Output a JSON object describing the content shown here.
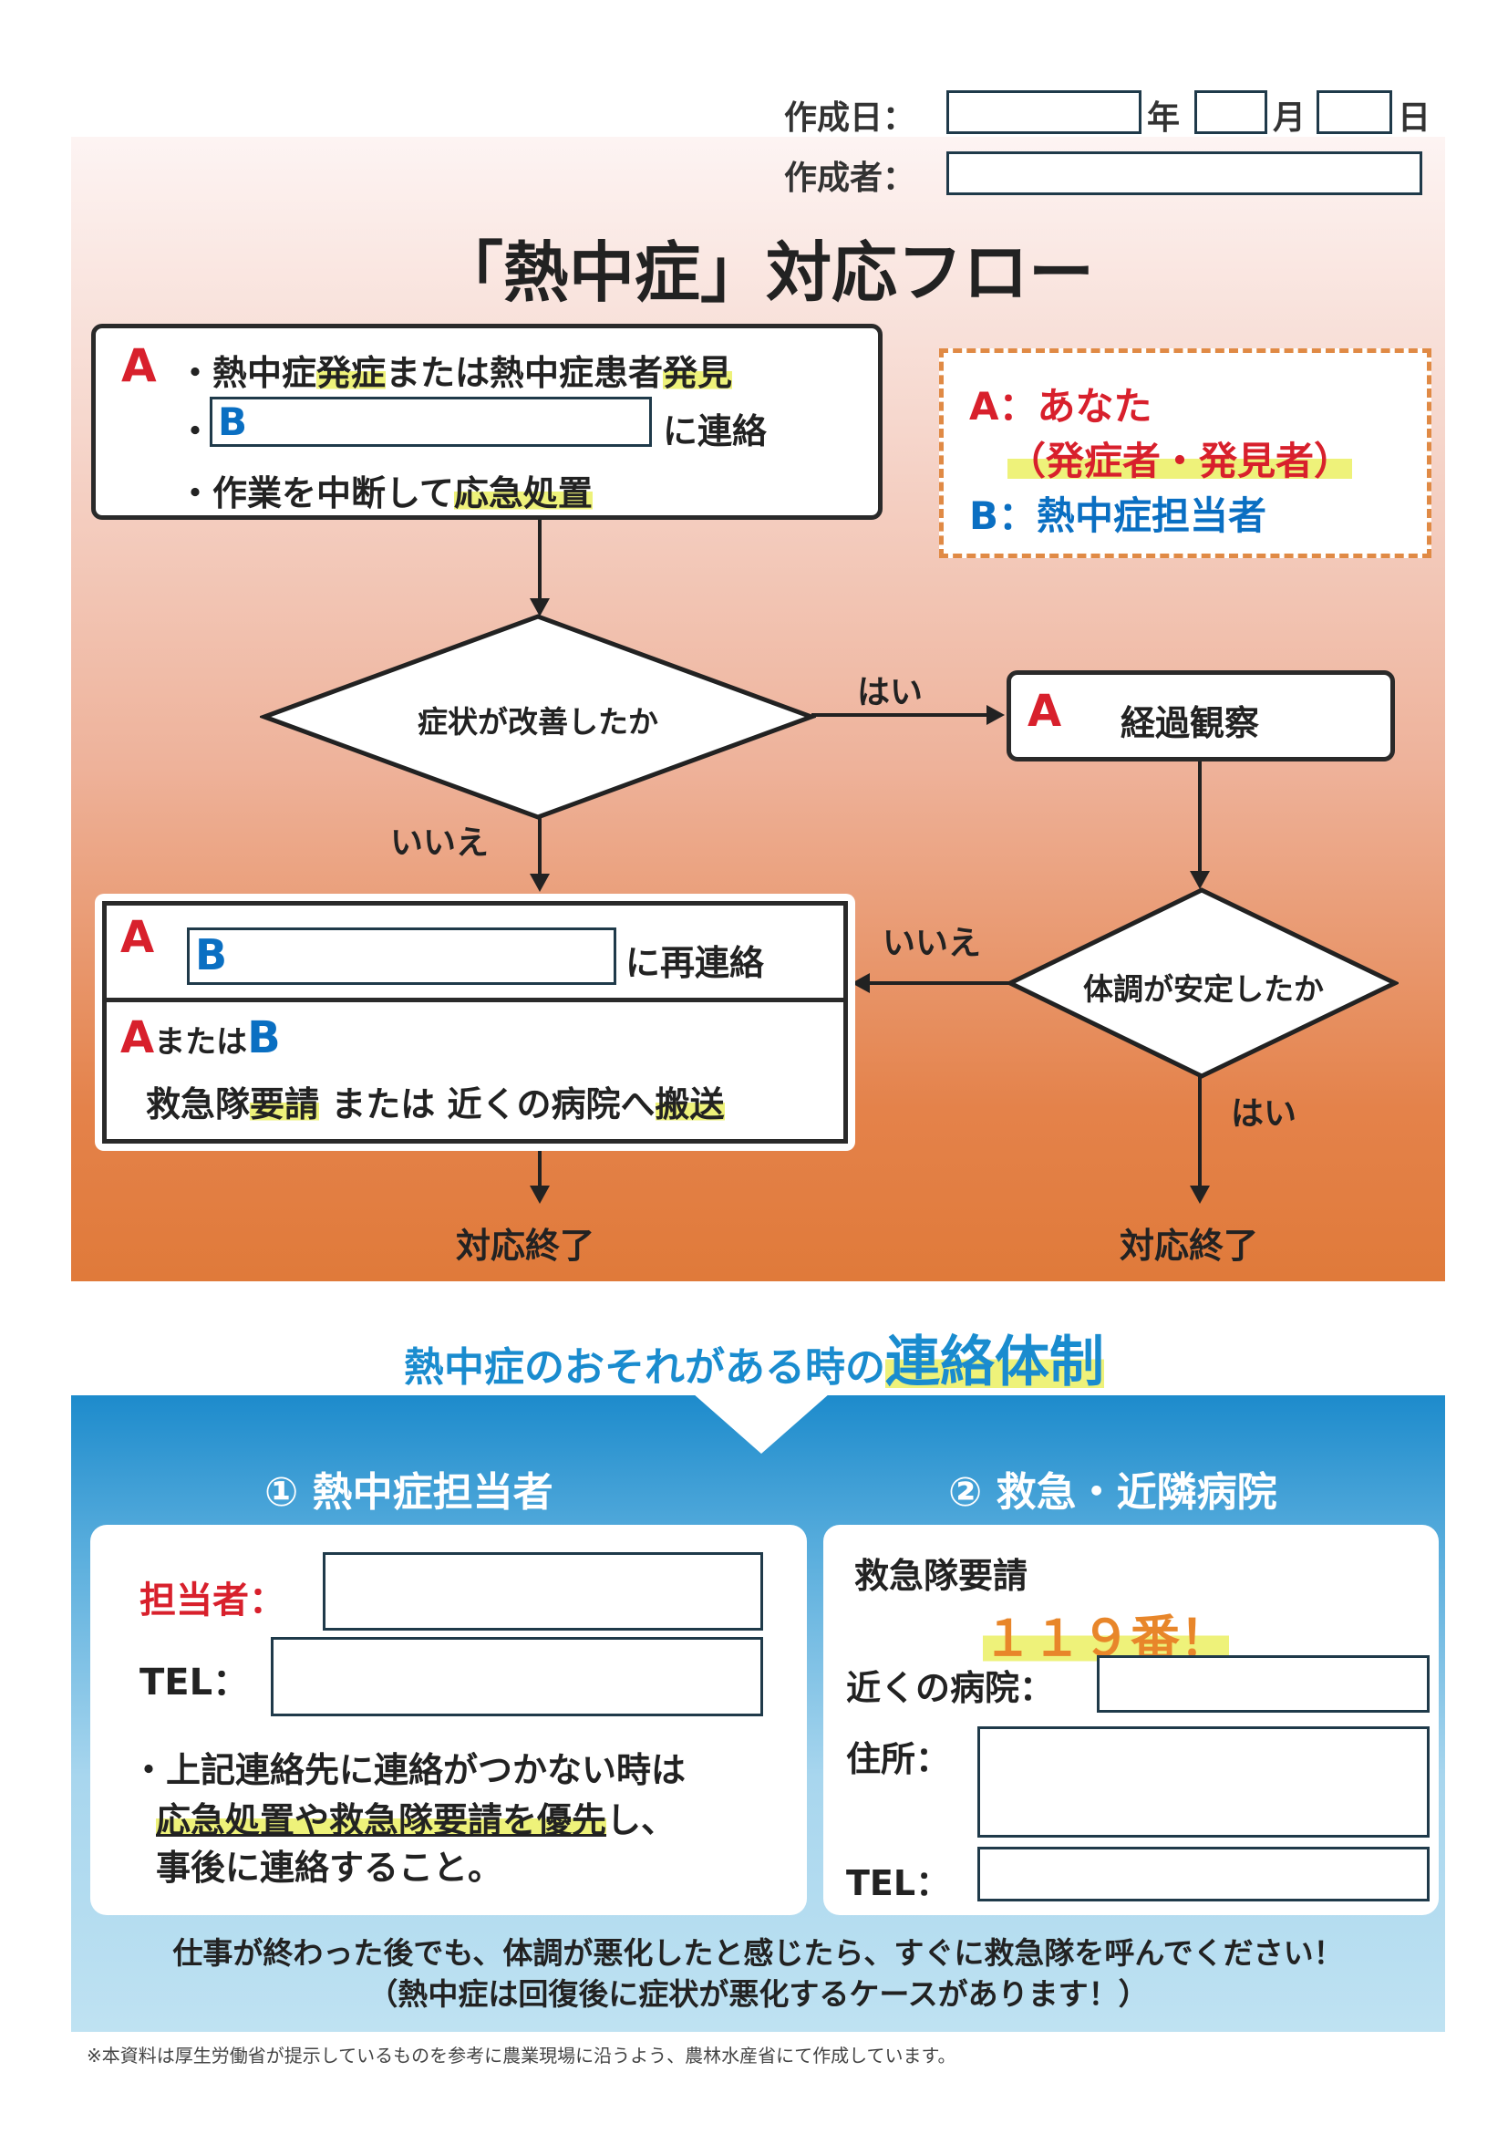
{
  "header": {
    "date_label": "作成日：",
    "year": "年",
    "month": "月",
    "day": "日",
    "author_label": "作成者："
  },
  "title": "「熱中症」対応フロー",
  "box1": {
    "a": "A",
    "line1_pre": "・熱中症",
    "line1_hl1": "発症",
    "line1_mid": "または熱中症患者",
    "line1_hl2": "発見",
    "line2_bullet": "・",
    "b": "B",
    "line2_post": "に連絡",
    "line3_pre": "・作業を中断して",
    "line3_hl": "応急処置"
  },
  "legend": {
    "a_line": "A：あなた",
    "a_sub": "（発症者・発見者）",
    "b_line": "B：熱中症担当者"
  },
  "diamond1": "症状が改善したか",
  "yes1": "はい",
  "no1": "いいえ",
  "observe": {
    "a": "A",
    "text": "経過観察"
  },
  "diamond2": "体調が安定したか",
  "no2": "いいえ",
  "yes2": "はい",
  "box2": {
    "a": "A",
    "b": "B",
    "recontact": "に再連絡",
    "aorb_a": "A",
    "aorb_mid": "または",
    "aorb_b": "B",
    "l2_1": "救急隊",
    "l2_hl1": "要請",
    "l2_2": " または 近くの病院へ",
    "l2_hl2": "搬送"
  },
  "end1": "対応終了",
  "end2": "対応終了",
  "contact": {
    "title_pre": "熱中症のおそれがある時の",
    "title_hl": "連絡体制"
  },
  "left": {
    "header": "① 熱中症担当者",
    "person_label": "担当者：",
    "tel_label": "TEL：",
    "note1": "・上記連絡先に連絡がつかない時は",
    "note2_hl": "応急処置や救急隊要請を優先",
    "note2_post": "し、",
    "note3": "事後に連絡すること。"
  },
  "right": {
    "header": "② 救急・近隣病院",
    "ambulance": "救急隊要請",
    "number": "１１９番！",
    "hospital_label": "近くの病院：",
    "address_label": "住所：",
    "tel_label": "TEL："
  },
  "bottom": {
    "line1": "仕事が終わった後でも、体調が悪化したと感じたら、すぐに救急隊を呼んでください！",
    "line2": "（熱中症は回復後に症状が悪化するケースがあります！）"
  },
  "footnote": "※本資料は厚生労働省が提示しているものを参考に農業現場に沿うよう、農林水産省にて作成しています。"
}
